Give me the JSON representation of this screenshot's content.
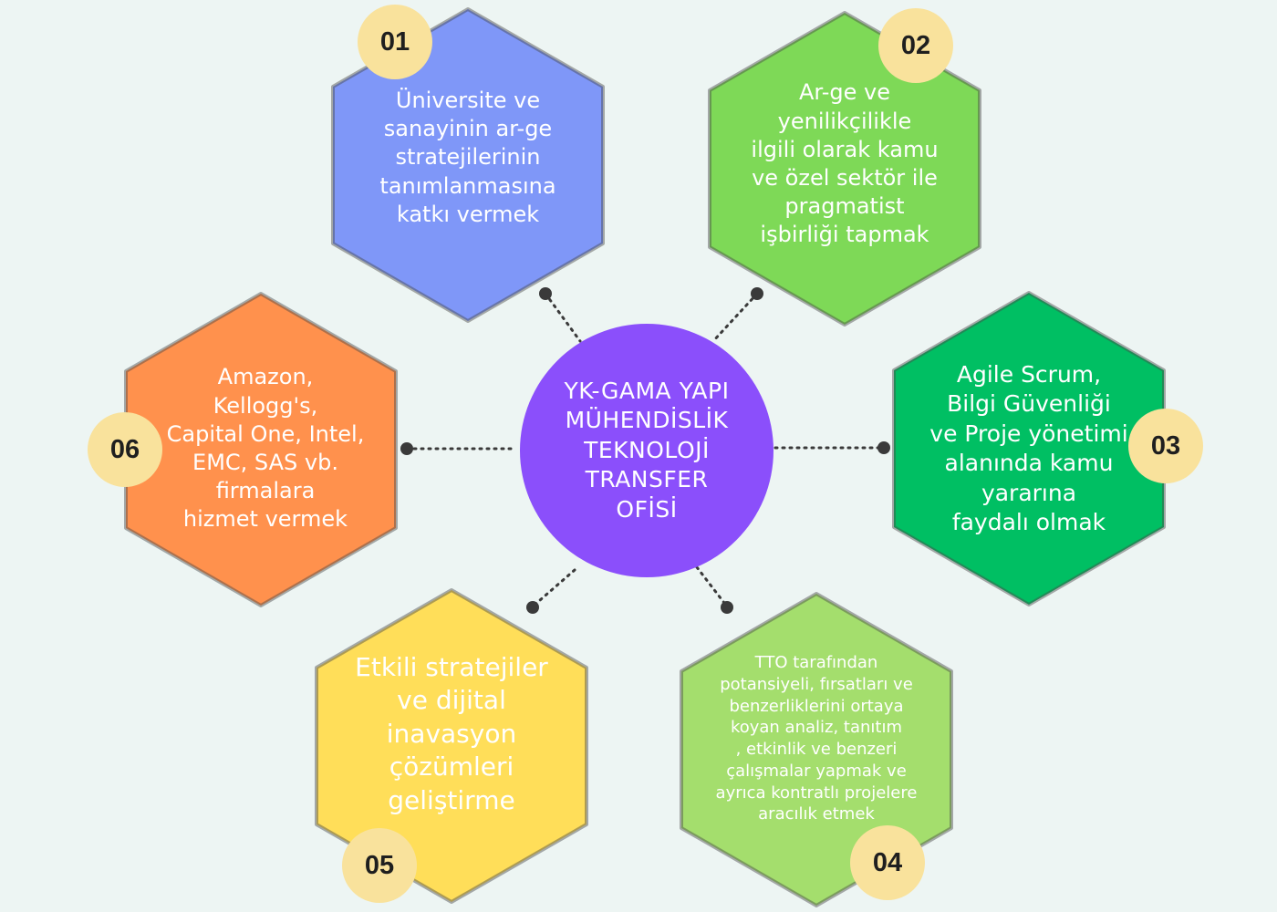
{
  "center": {
    "title": "YK-GAMA YAPI\nMÜHENDİSLİK\nTEKNOLOJİ\nTRANSFER\nOFİSİ",
    "color": "#8b4ffb"
  },
  "badge_color": "#f9e29c",
  "hexagons": [
    {
      "number": "01",
      "text": "Üniversite ve\nsanayinin ar-ge\nstratejilerinin\ntanımlanmasına\nkatkı vermek",
      "color": "#7f97f8"
    },
    {
      "number": "02",
      "text": "Ar-ge ve\nyenilikçilikle\nilgili olarak kamu\nve özel sektör ile\npragmatist\nişbirliği tapmak",
      "color": "#7ed957"
    },
    {
      "number": "03",
      "text": "Agile Scrum,\nBilgi Güvenliği\nve Proje yönetimi\nalanında kamu\nyararına\nfaydalı olmak",
      "color": "#00bf63"
    },
    {
      "number": "04",
      "text": "TTO tarafından\npotansiyeli, fırsatları ve\nbenzerliklerini ortaya\nkoyan analiz, tanıtım\n, etkinlik ve benzeri\nçalışmalar yapmak ve\nayrıca kontratlı projelere\naracılık etmek",
      "color": "#a4de6d"
    },
    {
      "number": "05",
      "text": "Etkili stratejiler\nve dijital\ninavasyon\nçözümleri\ngeliştirme",
      "color": "#ffde59"
    },
    {
      "number": "06",
      "text": "Amazon,\nKellogg's,\nCapital One, Intel,\nEMC, SAS vb.\nfirmalara\nhizmet vermek",
      "color": "#ff914d"
    }
  ]
}
